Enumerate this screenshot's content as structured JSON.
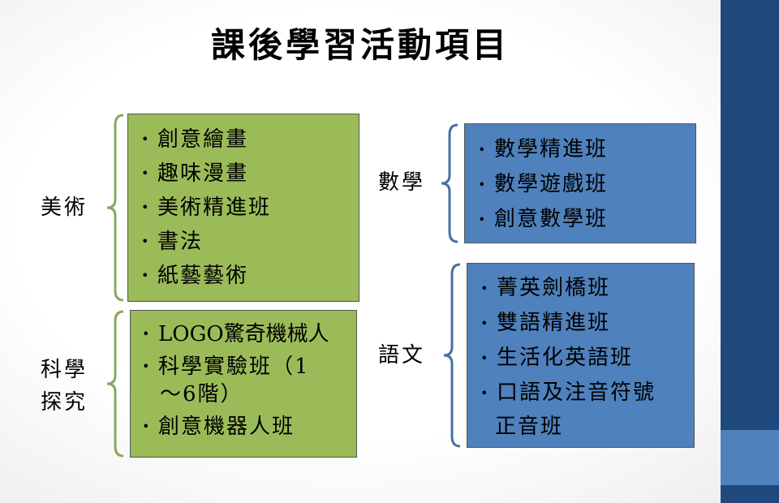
{
  "title": "課後學習活動項目",
  "colors": {
    "green_box": "#9bbb59",
    "blue_box": "#4f81bd",
    "brace": "#8aa85a",
    "brace_blue": "#4a6fa5",
    "sidebar": "#1f497d",
    "sidebar_accent": "#4f81bd"
  },
  "groups": [
    {
      "category": "美術",
      "items": [
        "創意繪畫",
        "趣味漫畫",
        "美術精進班",
        "書法",
        "紙藝藝術"
      ]
    },
    {
      "category_lines": [
        "科學",
        "探究"
      ],
      "items": [
        "LOGO驚奇機械人",
        "科學實驗班（1",
        "～6階）",
        "創意機器人班"
      ]
    },
    {
      "category": "數學",
      "items": [
        "數學精進班",
        "數學遊戲班",
        "創意數學班"
      ]
    },
    {
      "category": "語文",
      "items": [
        "菁英劍橋班",
        "雙語精進班",
        "生活化英語班",
        "口語及注音符號",
        "正音班"
      ]
    }
  ]
}
